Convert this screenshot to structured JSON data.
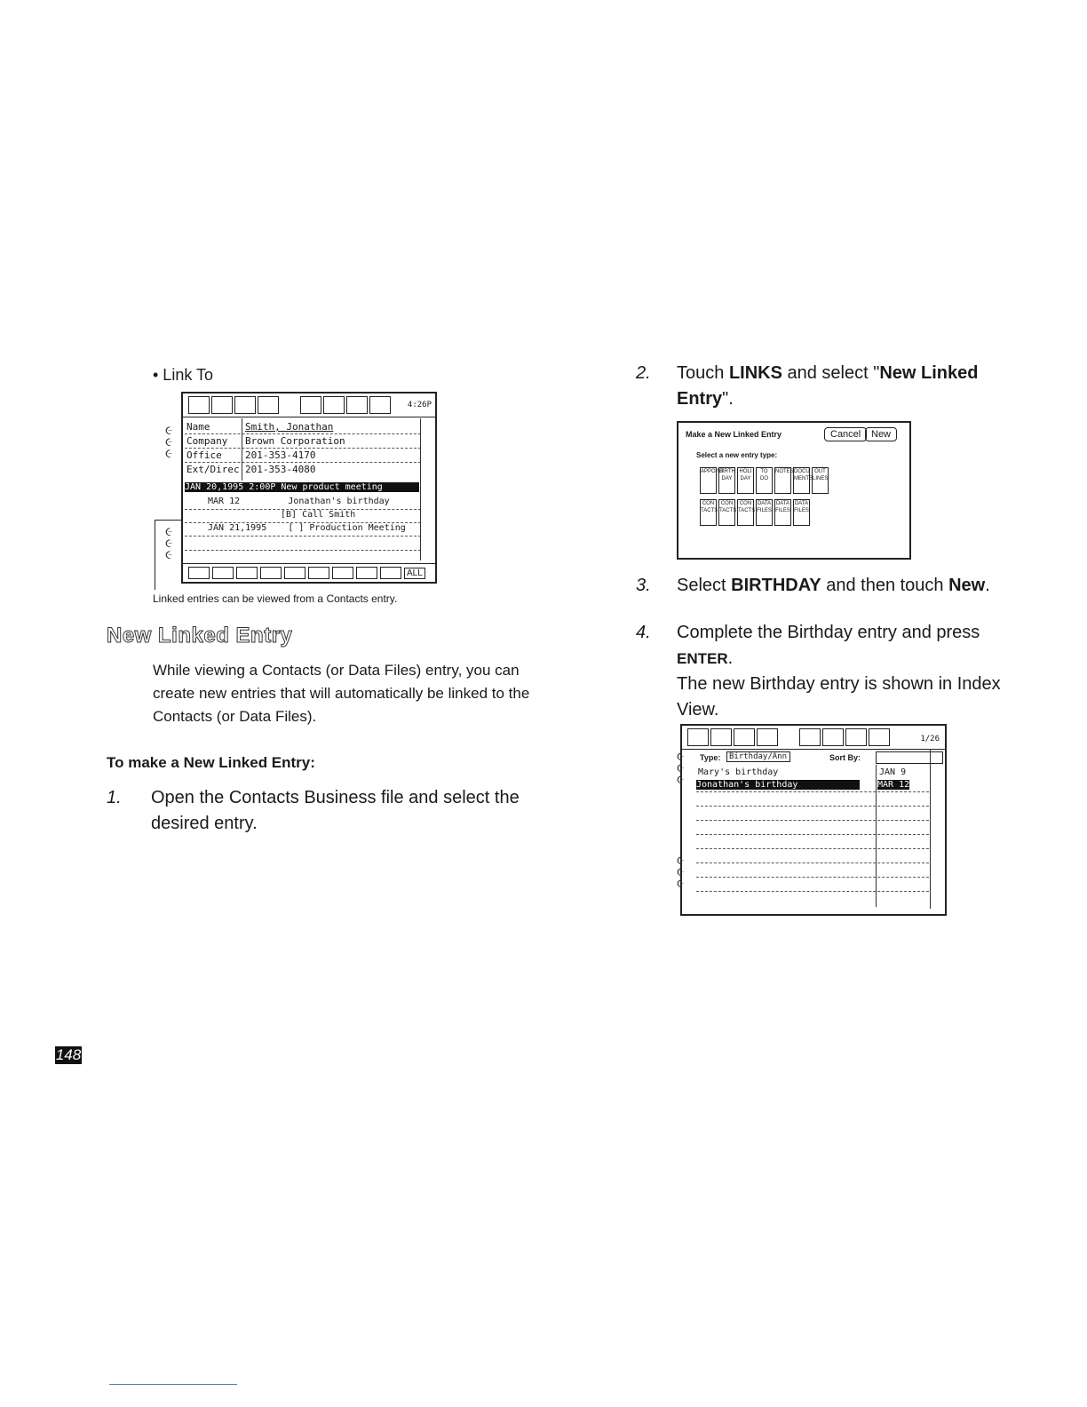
{
  "left": {
    "bullet": "• Link To",
    "caption": "Linked entries can be viewed from a Contacts entry.",
    "heading": "New Linked Entry",
    "paragraph": "While viewing a Contacts (or Data Files) entry, you can create new entries that will automatically be linked to the Contacts (or Data Files).",
    "subheading": "To make a New Linked Entry:",
    "step1_num": "1.",
    "step1_text": "Open the Contacts Business file and select the desired entry."
  },
  "right": {
    "step2_num": "2.",
    "step2_a": "Touch ",
    "step2_b": "LINKS",
    "step2_c": " and select \"",
    "step2_d": "New Linked Entry",
    "step2_e": "\".",
    "step3_num": "3.",
    "step3_a": "Select ",
    "step3_b": "BIRTHDAY",
    "step3_c": " and then touch ",
    "step3_d": "New",
    "step3_e": ".",
    "step4_num": "4.",
    "step4_a": "Complete the Birthday entry and press",
    "step4_b": "ENTER",
    "step4_c": ".",
    "step4_d": "The new Birthday entry is shown in Index View."
  },
  "screen1": {
    "time": "4:26P",
    "fields": [
      {
        "label": "Name",
        "value": "Smith, Jonathan"
      },
      {
        "label": "Company",
        "value": "Brown Corporation"
      },
      {
        "label": "Office  ",
        "value": "201-353-4170"
      },
      {
        "label": "Ext/Direc",
        "value": "201-353-4080"
      }
    ],
    "links": [
      {
        "date": "JAN 20,1995",
        "time": "2:00P",
        "text": "New product meeting"
      },
      {
        "date": "MAR 12",
        "time": "",
        "text": "Jonathan's birthday"
      },
      {
        "date": "",
        "time": "",
        "text": "[B] Call Smith"
      },
      {
        "date": "JAN 21,1995",
        "time": "",
        "text": "[ ] Production Meeting"
      }
    ],
    "all_label": "ALL"
  },
  "screen2": {
    "title": "Make a New Linked Entry",
    "cancel": "Cancel",
    "new": "New",
    "prompt": "Select a new entry type:",
    "types_row1": [
      "APPOINT",
      "BIRTH DAY",
      "HOLI DAY",
      "TO DO",
      "NOTES",
      "DOCU MENTS",
      "OUT LINES"
    ],
    "types_row2": [
      "CON TACTS",
      "CON TACTS",
      "CON TACTS",
      "DATA FILES",
      "DATA FILES",
      "DATA FILES"
    ]
  },
  "screen3": {
    "counter": "1/26",
    "type_label": "Type:",
    "type_value": "Birthday/Ann",
    "sort_label": "Sort By:",
    "rows": [
      {
        "text": "Mary's birthday",
        "date": "JAN  9"
      },
      {
        "text": "Jonathan's birthday",
        "date": "MAR 12"
      }
    ]
  },
  "page_number": "148"
}
